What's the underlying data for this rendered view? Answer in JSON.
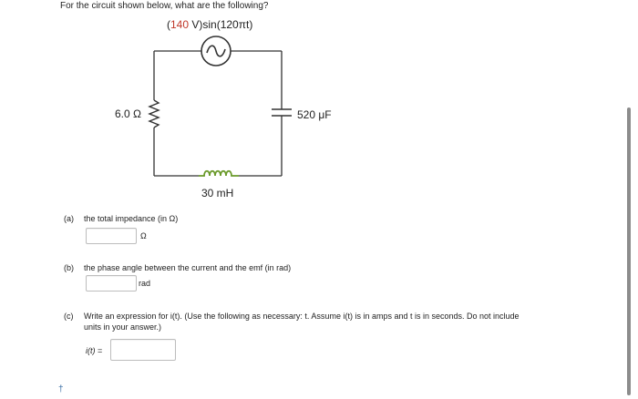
{
  "question": "For the circuit shown below, what are the following?",
  "circuit": {
    "source_label_amp": "140",
    "source_label_rest": " V)sin(120πt)",
    "resistor_label": "6.0 Ω",
    "capacitor_label": "520 μF",
    "inductor_label": "30 mH",
    "colors": {
      "accent": "#c0392b",
      "inductor": "#6a9a2a",
      "wire": "#333333"
    }
  },
  "parts": {
    "a": {
      "letter": "(a)",
      "text": "the total impedance (in Ω)",
      "unit": "Ω",
      "value": ""
    },
    "b": {
      "letter": "(b)",
      "text": "the phase angle between the current and the emf (in rad)",
      "unit": "rad",
      "value": ""
    },
    "c": {
      "letter": "(c)",
      "text_line1": "Write an expression for i(t). (Use the following as necessary: t. Assume i(t) is in amps and t is in seconds. Do not include",
      "text_line2": "units in your answer.)",
      "label_i": "i(t)",
      "label_eq": " =",
      "value": ""
    }
  },
  "footer_mark": "†"
}
